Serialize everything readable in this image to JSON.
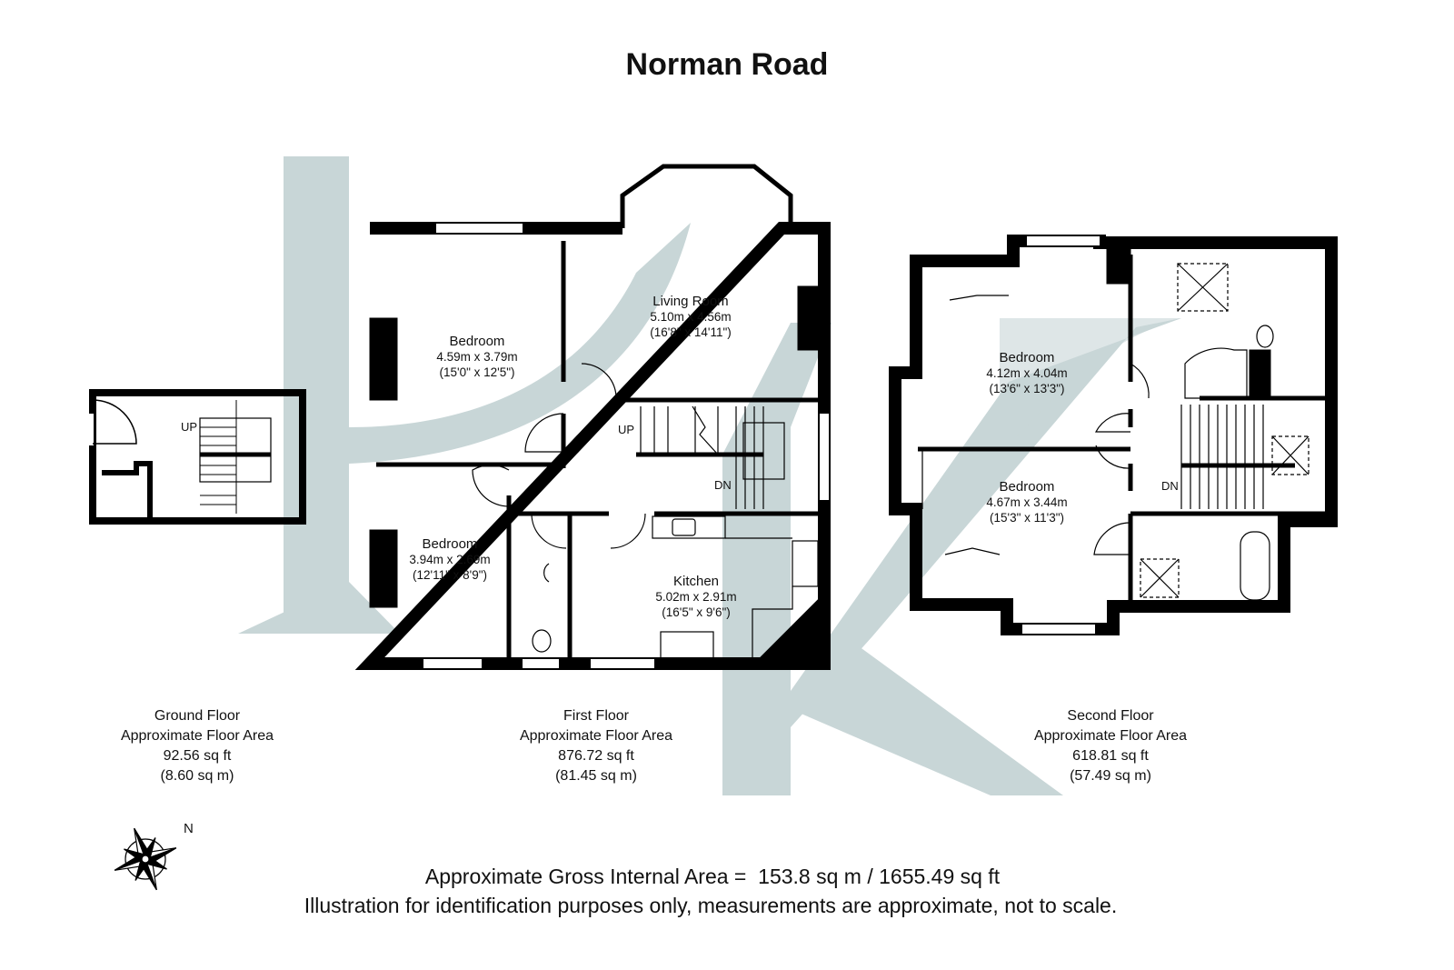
{
  "title": "Norman Road",
  "floors": [
    {
      "name": "Ground Floor",
      "area_label": "Approximate Floor Area",
      "sq_ft": "92.56 sq ft",
      "sq_m": "(8.60 sq m)"
    },
    {
      "name": "First Floor",
      "area_label": "Approximate Floor Area",
      "sq_ft": "876.72 sq ft",
      "sq_m": "(81.45 sq m)"
    },
    {
      "name": "Second Floor",
      "area_label": "Approximate Floor Area",
      "sq_ft": "618.81 sq ft",
      "sq_m": "(57.49 sq m)"
    }
  ],
  "rooms": {
    "ff_bedroom1": {
      "name": "Bedroom",
      "metric": "4.59m x 3.79m",
      "imperial": "(15'0\" x 12'5\")"
    },
    "ff_living": {
      "name": "Living Room",
      "metric": "5.10m x 4.56m",
      "imperial": "(16'8\" x 14'11\")"
    },
    "ff_bedroom2": {
      "name": "Bedroom",
      "metric": "3.94m x 2.69m",
      "imperial": "(12'11\" x 8'9\")"
    },
    "ff_kitchen": {
      "name": "Kitchen",
      "metric": "5.02m x 2.91m",
      "imperial": "(16'5\" x 9'6\")"
    },
    "sf_bedroom1": {
      "name": "Bedroom",
      "metric": "4.12m x 4.04m",
      "imperial": "(13'6\" x 13'3\")"
    },
    "sf_bedroom2": {
      "name": "Bedroom",
      "metric": "4.67m x 3.44m",
      "imperial": "(15'3\" x 11'3\")"
    }
  },
  "stair_labels": {
    "gf_up": "UP",
    "ff_up": "UP",
    "ff_dn": "DN",
    "sf_dn": "DN"
  },
  "compass": {
    "label": "N",
    "icon": "compass-rose-icon"
  },
  "footer": {
    "gross_label": "Approximate Gross Internal Area =",
    "gross_sq_m": "153.8 sq m",
    "separator": "/",
    "gross_sq_ft": "1655.49 sq ft",
    "disclaimer": "Illustration for identification purposes only, measurements are approximate, not to scale."
  },
  "colors": {
    "wall": "#000000",
    "watermark": "#c8d6d7",
    "background": "#ffffff"
  }
}
